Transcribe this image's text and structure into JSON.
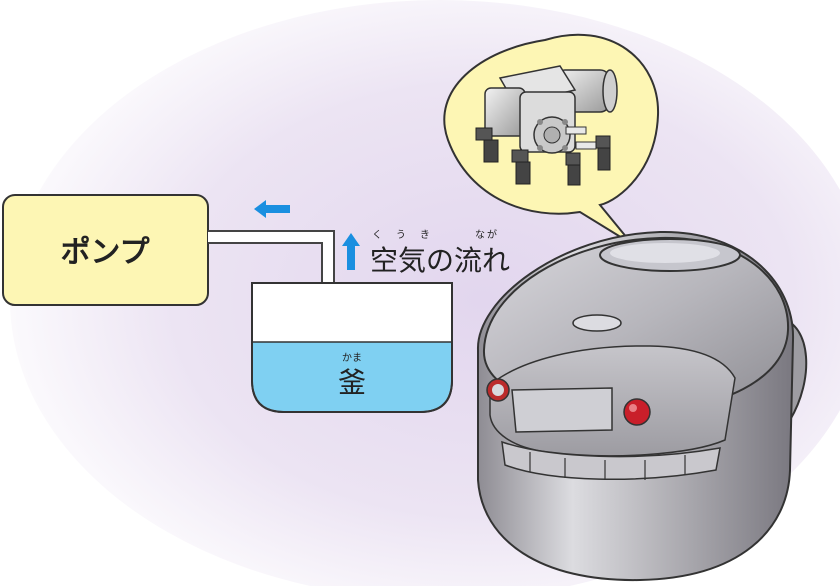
{
  "labels": {
    "pump": "ポンプ",
    "air_flow": "空気の流れ",
    "air_flow_ruby_1": "くうき",
    "air_flow_ruby_2": "なが",
    "pot": "釜",
    "pot_ruby": "かま"
  },
  "colors": {
    "pump_box": "#fdf6b4",
    "water": "#7fd0f2",
    "arrow": "#1a8fe0",
    "bubble": "#fdf6b4",
    "background_glow": "#e6dcf0"
  },
  "icons": {
    "flow_arrow_left": "arrow-left-icon",
    "flow_arrow_up": "arrow-up-icon"
  }
}
